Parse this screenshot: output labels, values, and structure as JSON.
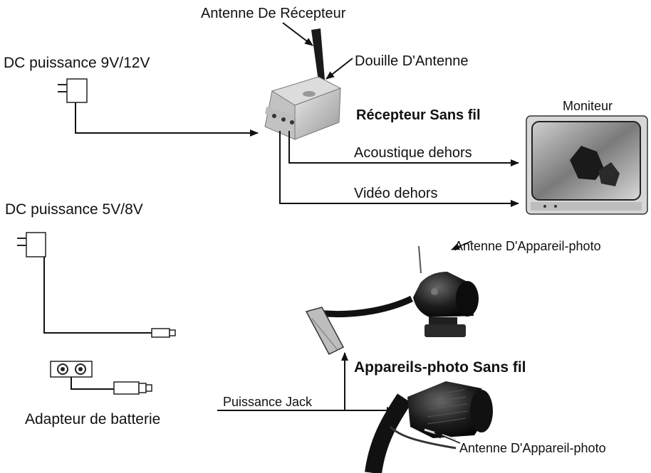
{
  "labels": {
    "antenne_recepteur": "Antenne De Récepteur",
    "douille_antenne": "Douille D'Antenne",
    "dc_9v_12v": "DC puissance 9V/12V",
    "recepteur_sans_fil": "Récepteur Sans fil",
    "moniteur": "Moniteur",
    "acoustique_dehors": "Acoustique dehors",
    "video_dehors": "Vidéo dehors",
    "dc_5v_8v": "DC puissance 5V/8V",
    "antenne_appareil_photo_top": "Antenne D'Appareil-photo",
    "appareils_photo_sans_fil": "Appareils-photo Sans fil",
    "puissance_jack": "Puissance Jack",
    "adapteur_batterie": "Adapteur de batterie",
    "antenne_appareil_photo_bottom": "Antenne D'Appareil-photo"
  }
}
